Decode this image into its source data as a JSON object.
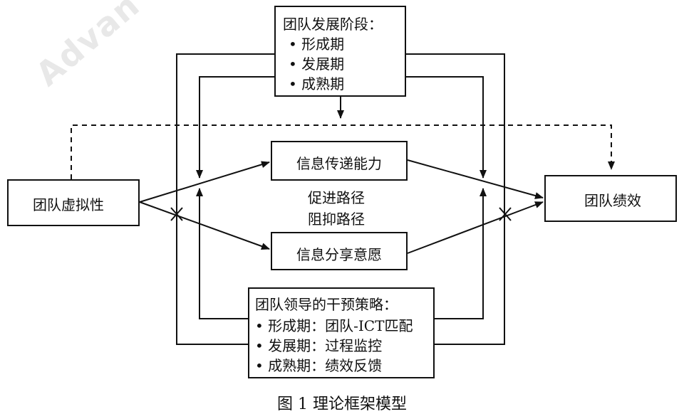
{
  "watermark": "Advan",
  "boxes": {
    "stages": {
      "title": "团队发展阶段：",
      "items": [
        "• 形成期",
        "• 发展期",
        "• 成熟期"
      ]
    },
    "virtuality": {
      "label": "团队虚拟性"
    },
    "info_transfer": {
      "label": "信息传递能力"
    },
    "info_share": {
      "label": "信息分享意愿"
    },
    "performance": {
      "label": "团队绩效"
    },
    "intervention": {
      "title": "团队领导的干预策略：",
      "items": [
        "• 形成期：团队-ICT匹配",
        "• 发展期：过程监控",
        "• 成熟期：绩效反馈"
      ]
    }
  },
  "path_labels": {
    "promote": "促进路径",
    "inhibit": "阻抑路径"
  },
  "caption": "图 1    理论框架模型"
}
